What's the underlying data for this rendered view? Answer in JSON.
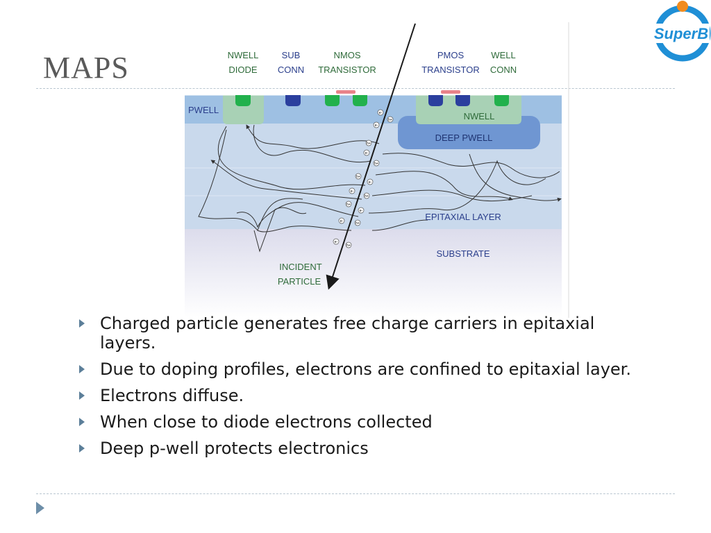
{
  "slide": {
    "title": "MAPS",
    "logo_text": "SuperB"
  },
  "diagram": {
    "labels": {
      "nwell_diode": [
        "NWELL",
        "DIODE"
      ],
      "sub_conn": [
        "SUB",
        "CONN"
      ],
      "nmos": [
        "NMOS",
        "TRANSISTOR"
      ],
      "pmos": [
        "PMOS",
        "TRANSISTOR"
      ],
      "well_conn": [
        "WELL",
        "CONN"
      ],
      "pwell": "PWELL",
      "nwell": "NWELL",
      "deep_pwell": "DEEP PWELL",
      "epitaxial": "EPITAXIAL LAYER",
      "substrate": "SUBSTRATE",
      "incident": [
        "INCIDENT",
        "PARTICLE"
      ]
    },
    "carrier_labels": {
      "electron": "e-",
      "hole": "h+"
    }
  },
  "bullets": [
    "Charged particle generates free charge carriers in epitaxial layers.",
    "Due to doping profiles, electrons are confined to epitaxial layer.",
    "Electrons diffuse.",
    "When close to diode electrons collected",
    "Deep p-well protects electronics"
  ],
  "colors": {
    "accent": "#5c7f99",
    "label_green": "#2f6b3a",
    "label_blue": "#2b3f8c",
    "pwell": "#9ec0e3",
    "epi": "#c9d9ec",
    "deep_pwell": "#6f96d2",
    "nwell": "#a8d1b5"
  }
}
